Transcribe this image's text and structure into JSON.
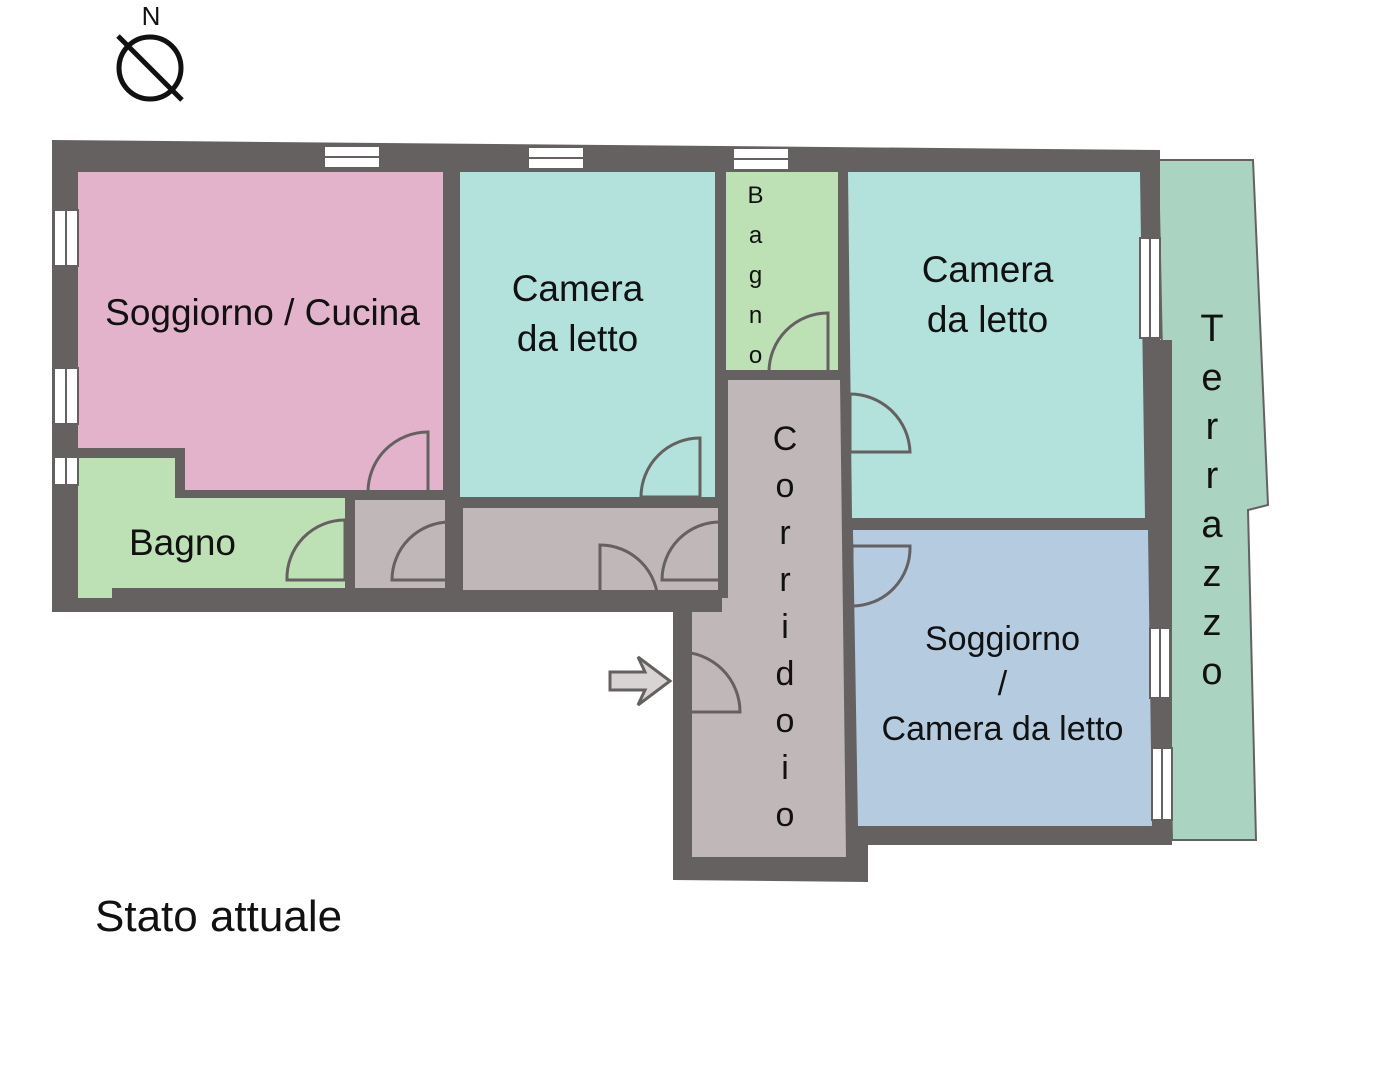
{
  "compass": {
    "label": "N"
  },
  "rooms": {
    "soggiorno_cucina": "Soggiorno / Cucina",
    "camera1_line1": "Camera",
    "camera1_line2": "da letto",
    "bagno_small": "Bagno",
    "camera2_line1": "Camera",
    "camera2_line2": "da letto",
    "bagno_left": "Bagno",
    "corridoio": "Corridoio",
    "terrazzo": "Terrazzo",
    "soggiorno_camera_line1": "Soggiorno",
    "soggiorno_camera_line2": "/",
    "soggiorno_camera_line3": "Camera da letto"
  },
  "caption": "Stato attuale",
  "colors": {
    "wall": "#656161",
    "living_kitchen": "#e2b3cb",
    "bedroom": "#b3e1dc",
    "bathroom": "#bde0b5",
    "corridor": "#c0b8b8",
    "living_bedroom": "#b5cce0",
    "terrace": "#abd3c2"
  }
}
